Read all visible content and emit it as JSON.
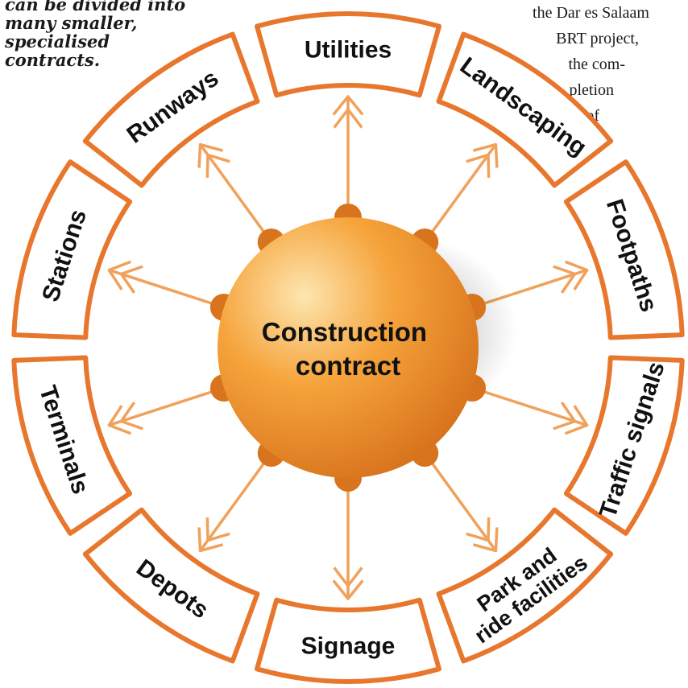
{
  "left_caption": [
    "can be divided into",
    "many smaller,",
    "specialised",
    "contracts."
  ],
  "right_text": [
    "the Dar es Salaam",
    "BRT project,",
    "the com-",
    "pletion",
    "of"
  ],
  "diagram": {
    "center": [
      "Construction",
      "contract"
    ],
    "segments": [
      {
        "label": [
          "Utilities"
        ]
      },
      {
        "label": [
          "Landscaping"
        ]
      },
      {
        "label": [
          "Footpaths"
        ]
      },
      {
        "label": [
          "Traffic signals"
        ]
      },
      {
        "label": [
          "Park and",
          "ride facilities"
        ]
      },
      {
        "label": [
          "Signage"
        ]
      },
      {
        "label": [
          "Depots"
        ]
      },
      {
        "label": [
          "Terminals"
        ]
      },
      {
        "label": [
          "Stations"
        ]
      },
      {
        "label": [
          "Runways"
        ]
      }
    ],
    "colors": {
      "border": "#e8772e",
      "arrow": "#f0a15a",
      "center_light": "#fde6b0",
      "center_mid": "#f6a43c",
      "center_dark": "#d8741d"
    }
  }
}
